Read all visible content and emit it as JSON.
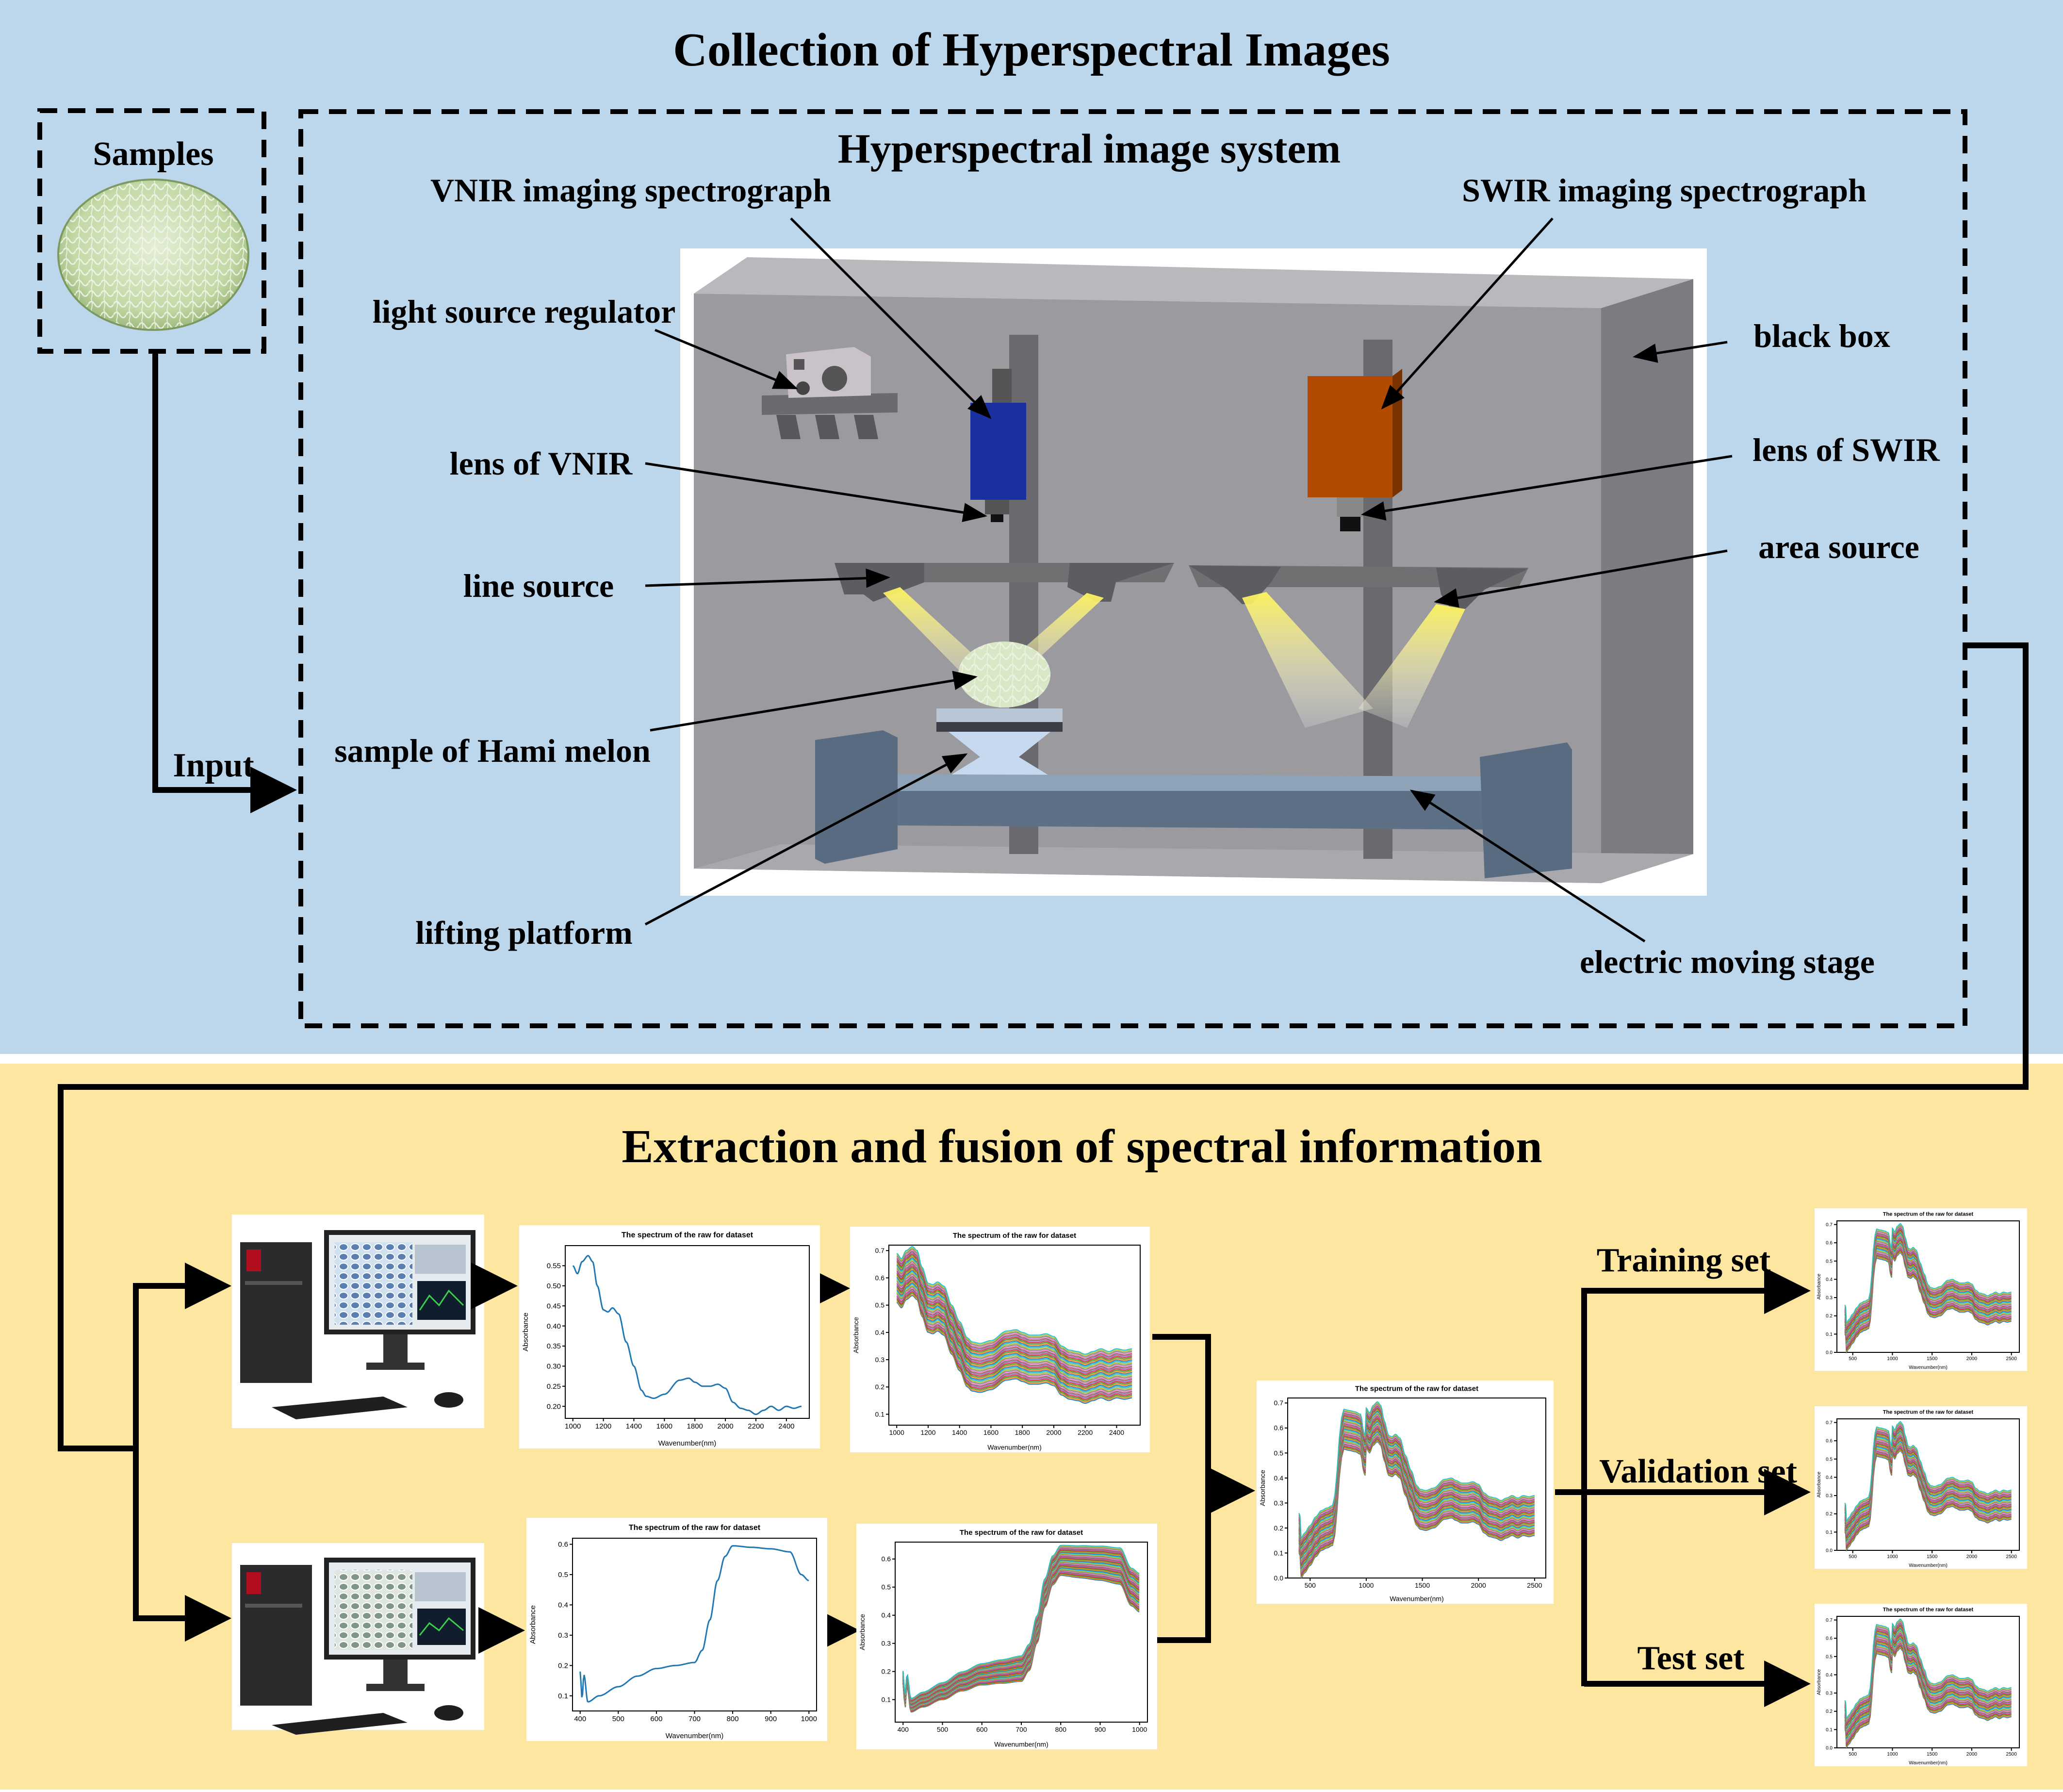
{
  "top_section": {
    "title": "Collection of Hyperspectral Images",
    "samples_label": "Samples",
    "input_label": "Input",
    "system_title": "Hyperspectral image system",
    "labels": {
      "vnir_spectrograph": "VNIR imaging spectrograph",
      "swir_spectrograph": "SWIR imaging spectrograph",
      "light_source_regulator": "light source regulator",
      "black_box": "black box",
      "lens_vnir": "lens of VNIR",
      "lens_swir": "lens of SWIR",
      "line_source": "line source",
      "area_source": "area source",
      "sample": "sample of Hami melon",
      "lifting_platform": "lifting platform",
      "moving_stage": "electric moving stage"
    }
  },
  "bottom_section": {
    "title": "Extraction and fusion of spectral information",
    "set_labels": {
      "training": "Training set",
      "validation": "Validation set",
      "test": "Test set"
    },
    "plot_title": "The spectrum of the raw for dataset",
    "ylabel": "Absorbance",
    "xlabel": "Wavenumber(nm)"
  },
  "colors": {
    "top_bg": "#bcd6ec",
    "bottom_bg": "#fde7a0",
    "vnir_camera": "#1a2fa0",
    "swir_camera": "#b24a00",
    "light_beam": "#f6ef5a"
  },
  "chart_data": [
    {
      "type": "line",
      "title": "The spectrum of the raw for dataset",
      "xlabel": "Wavenumber(nm)",
      "ylabel": "Absorbance",
      "xlim": [
        950,
        2550
      ],
      "ylim": [
        0.17,
        0.6
      ],
      "xticks": [
        "1000",
        "1200",
        "1400",
        "1600",
        "1800",
        "2000",
        "2200",
        "2400"
      ],
      "yticks": [
        "0.20",
        "0.25",
        "0.30",
        "0.35",
        "0.40",
        "0.45",
        "0.50",
        "0.55"
      ],
      "series": [
        {
          "x": [
            1000,
            1030,
            1060,
            1100,
            1130,
            1160,
            1200,
            1230,
            1260,
            1300,
            1350,
            1400,
            1450,
            1480,
            1530,
            1600,
            1700,
            1760,
            1800,
            1850,
            1900,
            1950,
            2000,
            2050,
            2100,
            2150,
            2200,
            2250,
            2300,
            2350,
            2400,
            2450,
            2500
          ],
          "y": [
            0.55,
            0.53,
            0.56,
            0.575,
            0.56,
            0.5,
            0.44,
            0.435,
            0.445,
            0.43,
            0.36,
            0.3,
            0.24,
            0.225,
            0.22,
            0.23,
            0.265,
            0.27,
            0.26,
            0.25,
            0.25,
            0.255,
            0.245,
            0.21,
            0.195,
            0.19,
            0.18,
            0.19,
            0.2,
            0.19,
            0.2,
            0.195,
            0.2
          ]
        }
      ]
    },
    {
      "type": "line",
      "title": "The spectrum of the raw for dataset",
      "xlabel": "Wavenumber(nm)",
      "ylabel": "Absorbance",
      "xlim": [
        380,
        1020
      ],
      "ylim": [
        0.05,
        0.62
      ],
      "xticks": [
        "400",
        "500",
        "600",
        "700",
        "800",
        "900",
        "1000"
      ],
      "yticks": [
        "0.1",
        "0.2",
        "0.3",
        "0.4",
        "0.5",
        "0.6"
      ],
      "series": [
        {
          "x": [
            400,
            405,
            410,
            420,
            450,
            500,
            550,
            600,
            650,
            700,
            720,
            740,
            760,
            780,
            800,
            850,
            900,
            950,
            980,
            1000
          ],
          "y": [
            0.18,
            0.09,
            0.17,
            0.08,
            0.1,
            0.13,
            0.165,
            0.19,
            0.2,
            0.21,
            0.25,
            0.35,
            0.48,
            0.56,
            0.595,
            0.59,
            0.585,
            0.575,
            0.5,
            0.48
          ]
        }
      ]
    }
  ]
}
